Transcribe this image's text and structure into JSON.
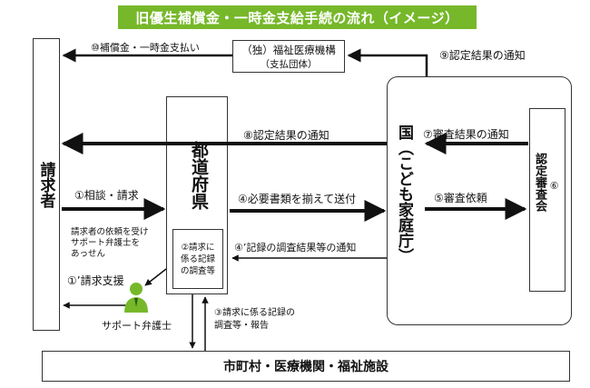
{
  "title": "旧優生補償金・一時金支給手続の流れ（イメージ）",
  "nodes": {
    "claimant": "請求者",
    "prefecture": "都道府県",
    "prefecture_inner": "②請求に係る記録の調査等",
    "national": "国（こども家庭庁）",
    "council": "認定審査会",
    "council_num": "⑥",
    "welfare_org_line1": "（独）福祉医療機構",
    "welfare_org_line2": "（支払団体）",
    "municipal": "市町村・医療機関・福祉施設",
    "support_lawyer": "サポート弁護士"
  },
  "labels": {
    "step10": "⑩補償金・一時金支払い",
    "step9": "⑨認定結果の通知",
    "step8": "⑧認定結果の通知",
    "step7": "⑦審査結果の通知",
    "step1": "①相談・請求",
    "step4": "④必要書類を揃えて送付",
    "step5": "⑤審査依頼",
    "step4b": "④’記録の調査結果等の通知",
    "mediation": [
      "請求者の依頼を受け",
      "サポート弁護士を",
      "あっせん"
    ],
    "step1b": "①’請求支援",
    "step3": [
      "③請求に係る記録の",
      "調査等・報告"
    ]
  },
  "colors": {
    "title_bg": "#76b82a",
    "lawyer_icon": "#76b82a"
  }
}
